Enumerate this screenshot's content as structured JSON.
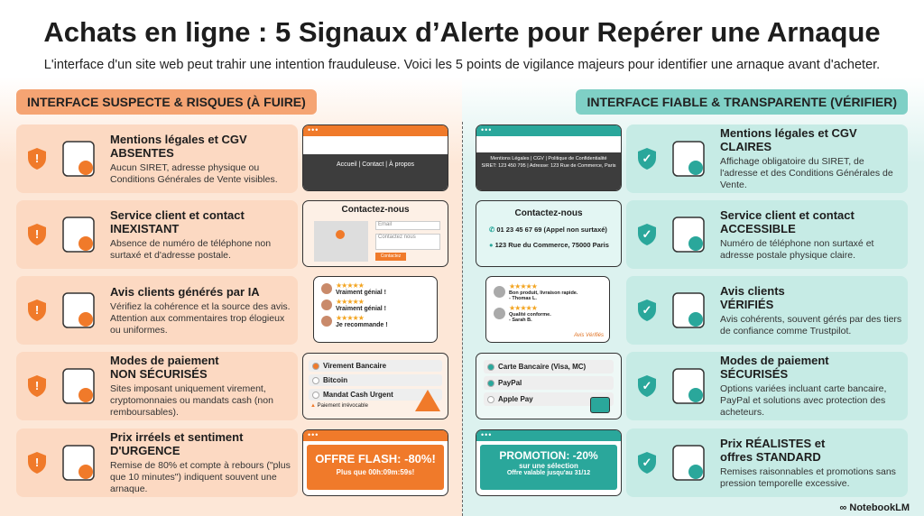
{
  "title": "Achats en ligne : 5 Signaux d’Alerte pour Repérer une Arnaque",
  "subtitle": "L'interface d'un site web peut trahir une intention frauduleuse. Voici les 5 points de vigilance majeurs pour identifier une arnaque avant d'acheter.",
  "left_header": "INTERFACE SUSPECTE & RISQUES (À FUIRE)",
  "right_header": "INTERFACE FIABLE & TRANSPARENTE (VÉRIFIER)",
  "colors": {
    "orange": "#f07a2a",
    "teal": "#2aa79b"
  },
  "left": [
    {
      "title": "Mentions légales et CGV",
      "strong": "ABSENTES",
      "desc": "Aucun SIRET, adresse physique ou Conditions Générales de Vente visibles."
    },
    {
      "title": "Service client et contact",
      "strong": "INEXISTANT",
      "desc": "Absence de numéro de téléphone non surtaxé et d'adresse postale."
    },
    {
      "title": "Avis clients générés par IA",
      "strong": "",
      "desc": "Vérifiez la cohérence et la source des avis. Attention aux commentaires trop élogieux ou uniformes."
    },
    {
      "title": "Modes de paiement",
      "strong": "NON SÉCURISÉS",
      "desc": "Sites imposant uniquement virement, cryptomonnaies ou mandats cash (non remboursables)."
    },
    {
      "title": "Prix irréels et sentiment",
      "strong": "D'URGENCE",
      "desc": "Remise de 80% et compte à rebours (\"plus que 10 minutes\") indiquent souvent une arnaque."
    }
  ],
  "right": [
    {
      "title": "Mentions légales et CGV",
      "strong": "CLAIRES",
      "desc": "Affichage obligatoire du SIRET, de l'adresse et des Conditions Générales de Vente."
    },
    {
      "title": "Service client et contact",
      "strong": "ACCESSIBLE",
      "desc": "Numéro de téléphone non surtaxé et adresse postale physique claire."
    },
    {
      "title": "Avis clients",
      "strong": "VÉRIFIÉS",
      "desc": "Avis cohérents, souvent gérés par des tiers de confiance comme Trustpilot."
    },
    {
      "title": "Modes de paiement",
      "strong": "SÉCURISÉS",
      "desc": "Options variées incluant carte bancaire, PayPal et solutions avec protection des acheteurs."
    },
    {
      "title": "Prix RÉALISTES et",
      "strong": "offres STANDARD",
      "desc": "Remises raisonnables et promotions sans pression temporelle excessive."
    }
  ],
  "mock": {
    "footer_bad": "Accueil | Contact | À propos",
    "footer_good1": "Mentions Légales | CGV | Politique de Confidentialité",
    "footer_good2": "SIRET: 123 450 795 | Adresse: 123 Rue de Commerce, Paris",
    "contact_title": "Contactez-nous",
    "email_ph": "Email",
    "msg_ph": "Contactez nous",
    "send": "Contactez",
    "phone": "01 23 45 67 69 (Appel non surtaxé)",
    "address": "123 Rue du Commerce, 75000 Paris",
    "bad_reviews": [
      "Vraiment génial !",
      "Vraiment génial !",
      "Je recommande !"
    ],
    "good_reviews": [
      {
        "text": "Bon produit, livraison rapide.",
        "author": "- Thomas L."
      },
      {
        "text": "Qualité conforme.",
        "author": "- Sarah B."
      }
    ],
    "verified": "Avis Vérifiés",
    "bad_pay": [
      "Virement Bancaire",
      "Bitcoin",
      "Mandat Cash Urgent"
    ],
    "bad_pay_warn": "Paiement irrévocable",
    "good_pay": [
      "Carte Bancaire (Visa, MC)",
      "PayPal",
      "Apple Pay"
    ],
    "flash1": "OFFRE FLASH: -80%!",
    "flash2": "Plus que 00h:09m:59s!",
    "promo1": "PROMOTION: -20%",
    "promo2": "sur une sélection",
    "promo3": "Offre valable jusqu'au 31/12"
  },
  "brand": "NotebookLM"
}
